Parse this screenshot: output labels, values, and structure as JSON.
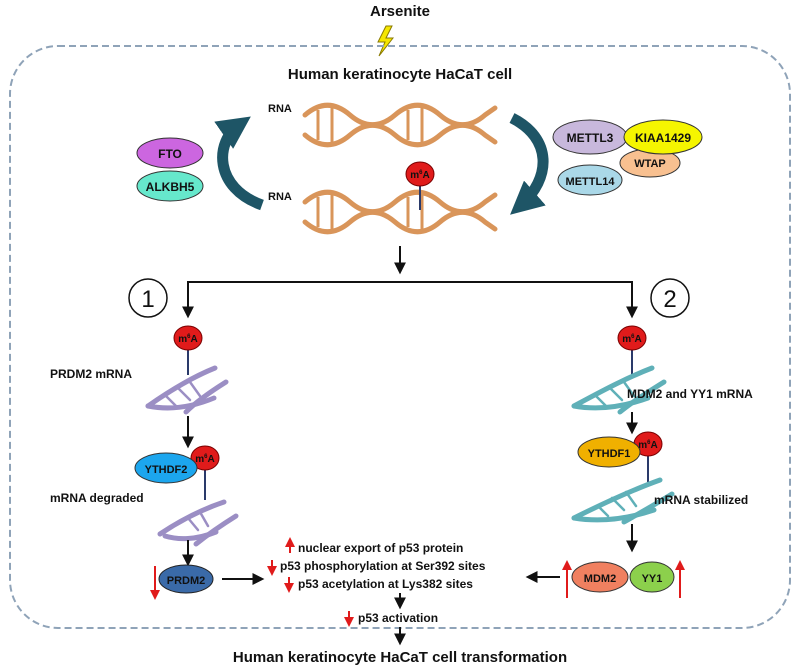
{
  "stimulus": "Arsenite",
  "cell_title": "Human keratinocyte HaCaT cell",
  "bottom_title": "Human keratinocyte HaCaT cell transformation",
  "rna_label_top": "RNA",
  "rna_label_bottom": "RNA",
  "m6a": {
    "m": "m",
    "sup": "6",
    "a": "A"
  },
  "erasers": [
    "FTO",
    "ALKBH5"
  ],
  "writers": [
    "METTL3",
    "KIAA1429",
    "WTAP",
    "METTL14"
  ],
  "pathway1": {
    "number": "1",
    "mrna": "PRDM2 mRNA",
    "reader": "YTHDF2",
    "fate": "mRNA degraded",
    "protein": "PRDM2"
  },
  "pathway2": {
    "number": "2",
    "mrna": "MDM2 and YY1 mRNA",
    "reader": "YTHDF1",
    "fate": "mRNA stabilized",
    "protein_a": "MDM2",
    "protein_b": "YY1"
  },
  "effects": [
    "nuclear export of p53 protein",
    "p53 phosphorylation at Ser392 sites",
    "p53 acetylation at Lys382 sites"
  ],
  "outcome": "p53 activation",
  "colors": {
    "rna_orange": "#d9955a",
    "mrna_purple": "#9b8ec4",
    "mrna_teal": "#5fb0b8",
    "cycle_arrow": "#1e5566",
    "m6a_red": "#e01b1b",
    "cell_border": "#8fa3b8",
    "FTO": "#cc66e0",
    "ALKBH5": "#66e8cc",
    "METTL3": "#c8b8dc",
    "KIAA1429": "#f5f500",
    "WTAP": "#f8c090",
    "METTL14": "#aad8e8",
    "YTHDF2": "#1ca6ee",
    "YTHDF1": "#f0b000",
    "PRDM2": "#3a6aa8",
    "MDM2": "#f08060",
    "YY1": "#8cd04c"
  }
}
